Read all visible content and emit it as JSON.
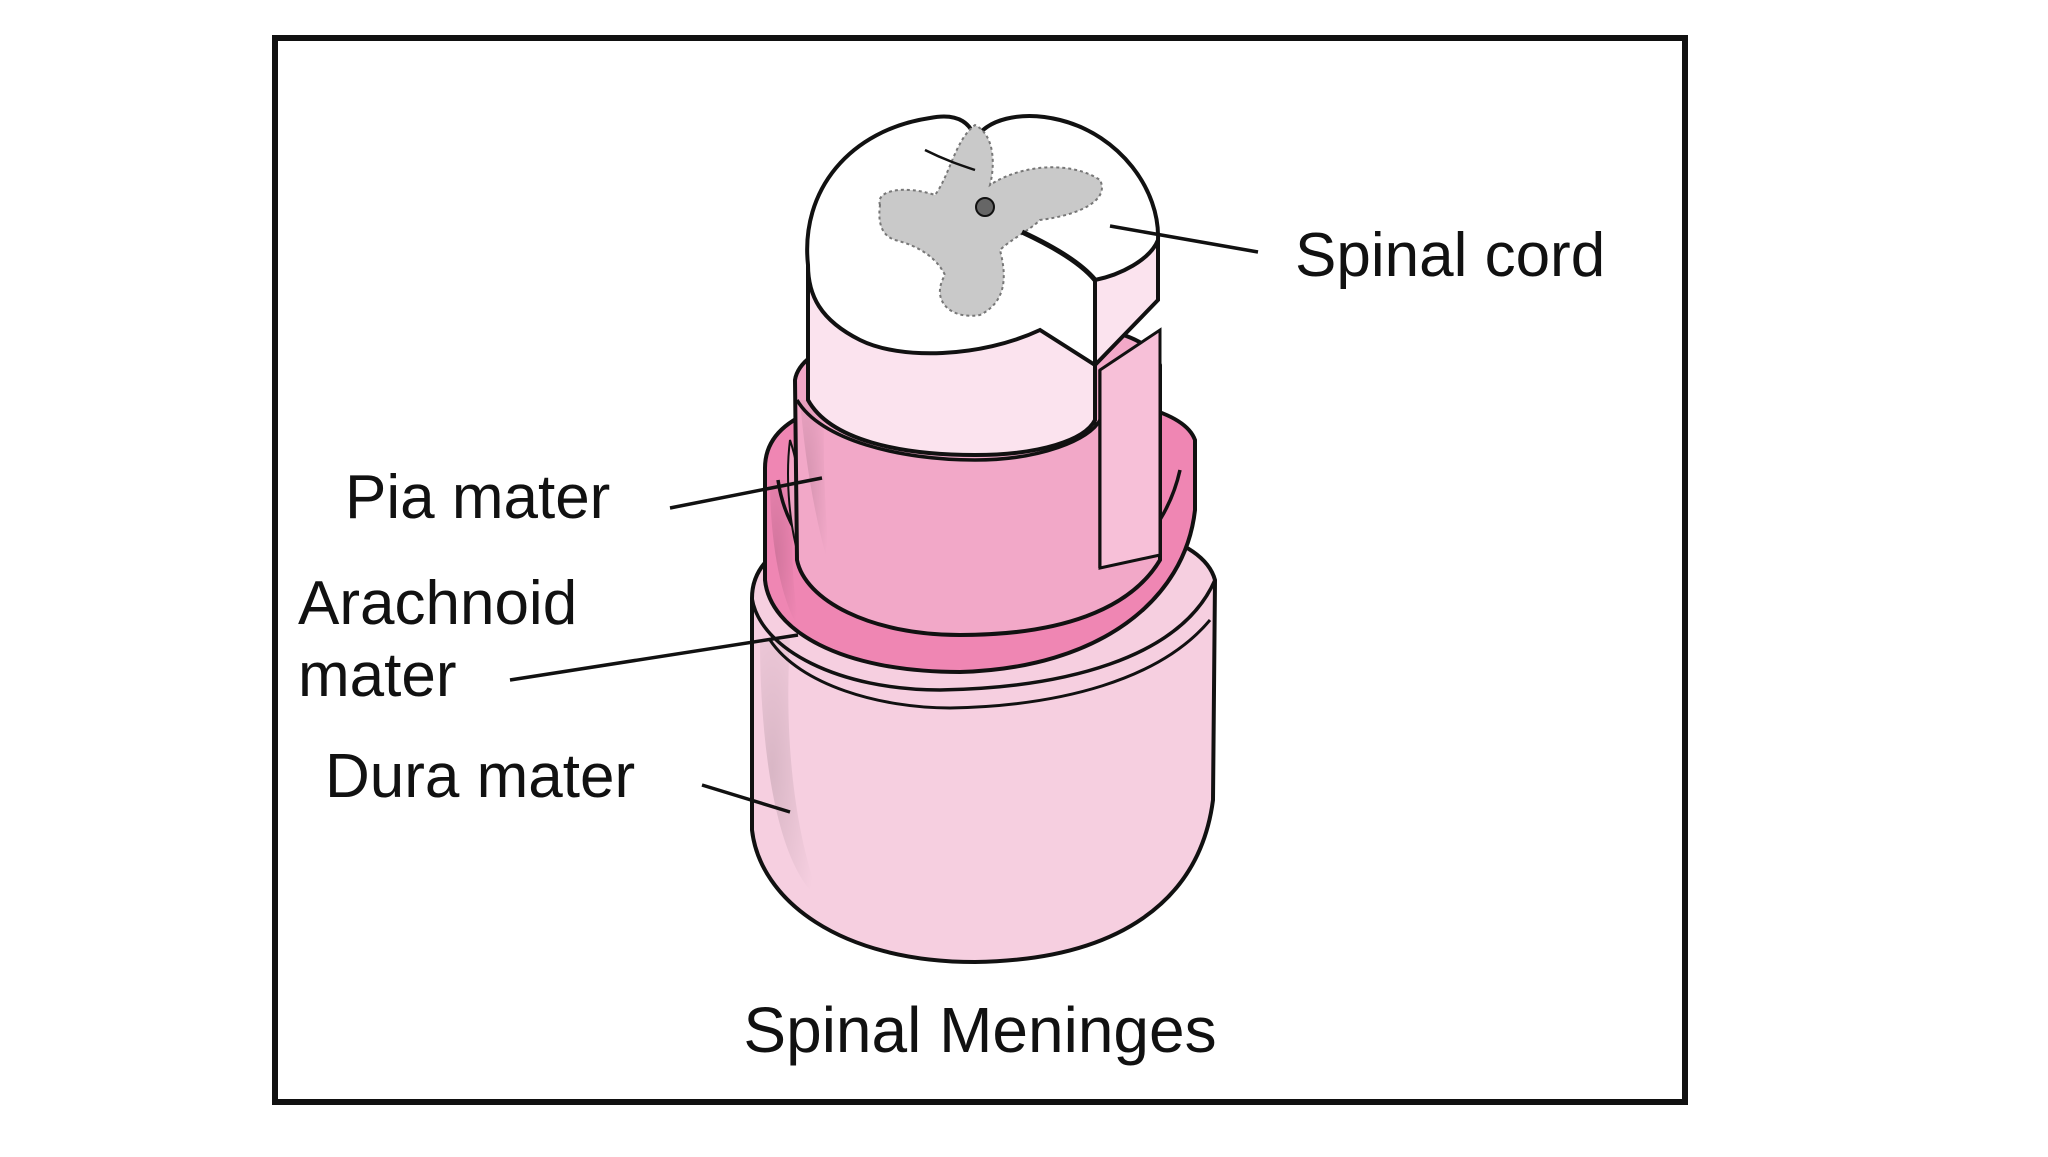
{
  "diagram": {
    "title": "Spinal Meninges",
    "labels": {
      "spinal_cord": "Spinal cord",
      "pia_mater": "Pia mater",
      "arachnoid_line1": "Arachnoid",
      "arachnoid_line2": "mater",
      "dura_mater": "Dura mater"
    },
    "colors": {
      "frame": "#111111",
      "dura": "#f6cfe0",
      "dura_shade": "#eab4cc",
      "arachnoid": "#ef86b3",
      "arachnoid_rim": "#f3a5c6",
      "pia": "#f2a8c8",
      "pia_rim": "#f7c0d8",
      "cord": "#fbe3ee",
      "cord_top": "#ffffff",
      "grey_matter": "#c9c9c9",
      "outline": "#111111"
    }
  }
}
